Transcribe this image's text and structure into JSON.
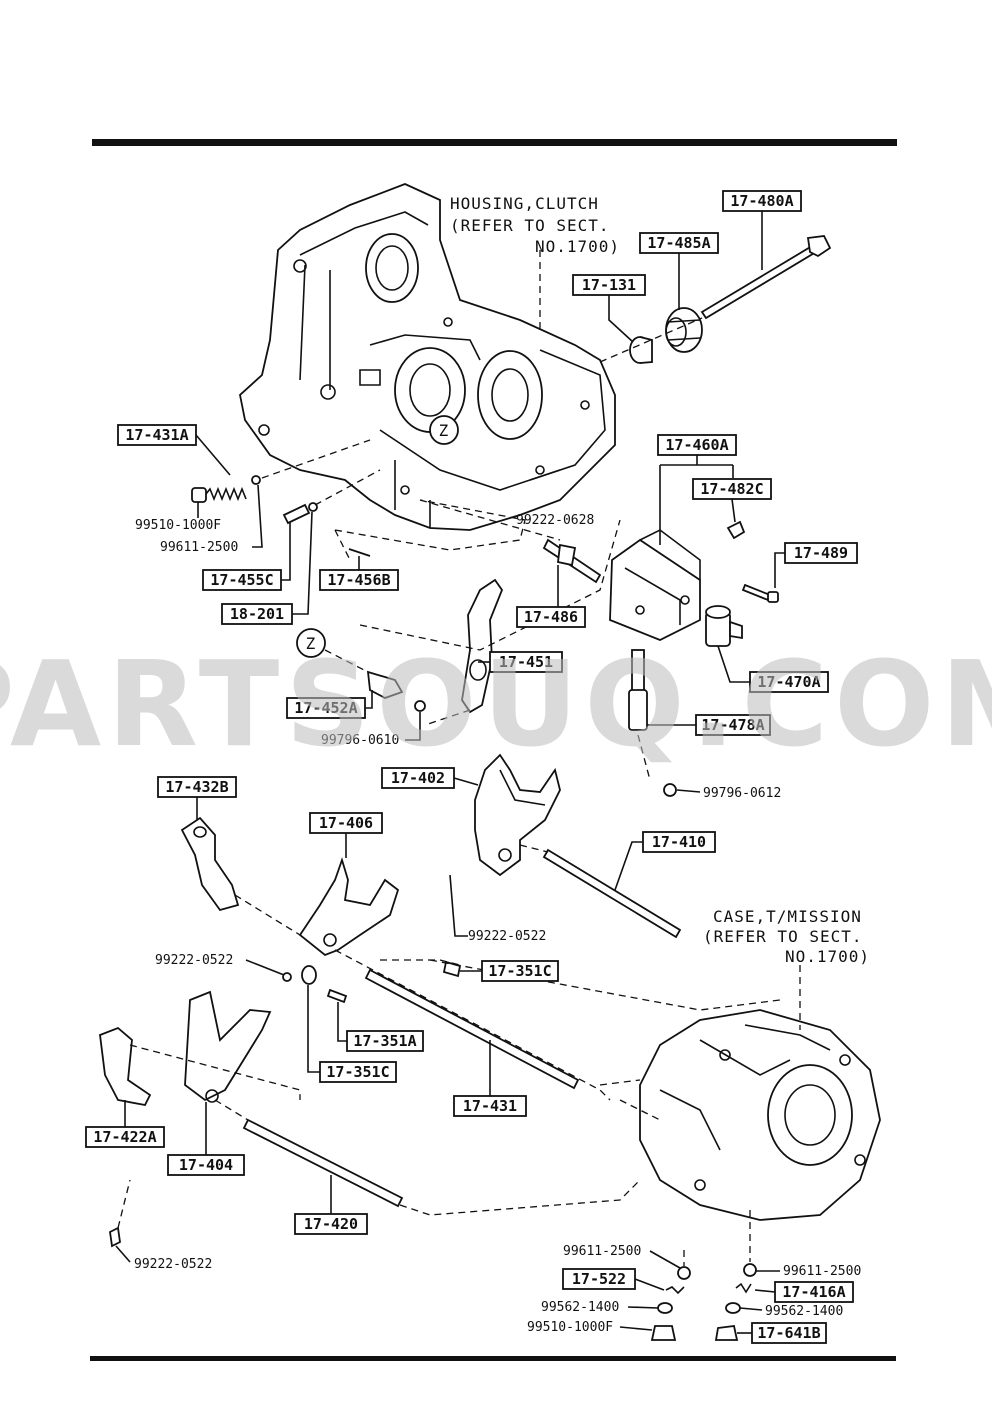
{
  "notes": {
    "housing_clutch": [
      "HOUSING,CLUTCH",
      "(REFER TO SECT.",
      "NO.1700)"
    ],
    "case_tmission": [
      "CASE,T/MISSION",
      "(REFER TO SECT.",
      "NO.1700)"
    ]
  },
  "watermark": "PARTSOUQ.COM",
  "boxed_labels": {
    "l_17_480A": "17-480A",
    "l_17_485A": "17-485A",
    "l_17_131": "17-131",
    "l_17_431A": "17-431A",
    "l_17_460A": "17-460A",
    "l_17_482C": "17-482C",
    "l_17_489": "17-489",
    "l_17_455C": "17-455C",
    "l_17_456B": "17-456B",
    "l_18_201": "18-201",
    "l_17_486": "17-486",
    "l_17_451": "17-451",
    "l_17_470A": "17-470A",
    "l_17_452A": "17-452A",
    "l_17_478A": "17-478A",
    "l_17_402": "17-402",
    "l_17_432B": "17-432B",
    "l_17_406": "17-406",
    "l_17_410": "17-410",
    "l_17_351C_top": "17-351C",
    "l_17_351A": "17-351A",
    "l_17_351C": "17-351C",
    "l_17_431": "17-431",
    "l_17_422A": "17-422A",
    "l_17_404": "17-404",
    "l_17_420": "17-420",
    "l_17_522": "17-522",
    "l_17_416A": "17-416A",
    "l_17_641B": "17-641B"
  },
  "plain_labels": {
    "p_99510_1000F_top": "99510-1000F",
    "p_99611_2500_top": "99611-2500",
    "p_99222_0628": "99222-0628",
    "p_99796_0610": "99796-0610",
    "p_99796_0612": "99796-0612",
    "p_99222_0522_a": "99222-0522",
    "p_99222_0522_b": "99222-0522",
    "p_99222_0522_c": "99222-0522",
    "p_99611_2500_l": "99611-2500",
    "p_99611_2500_r": "99611-2500",
    "p_99562_1400_l": "99562-1400",
    "p_99562_1400_r": "99562-1400",
    "p_99510_1000F_b": "99510-1000F"
  },
  "markers": {
    "z_top": "Z",
    "z_mid": "Z"
  }
}
